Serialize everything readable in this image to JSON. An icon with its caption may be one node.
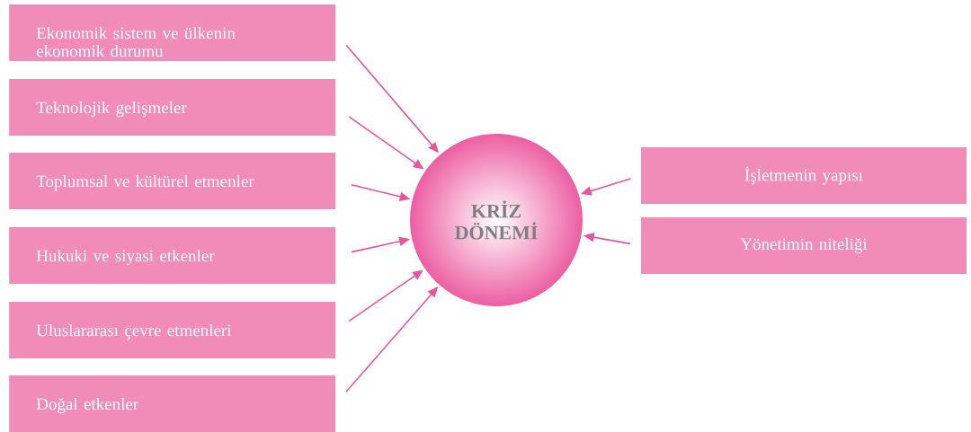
{
  "diagram": {
    "nodes": [
      {
        "text": [
          "Ekonomik sistem ve ülkenin ekonomik durumu"
        ]
      },
      {
        "text": [
          "Teknolojik gelişmeler"
        ]
      },
      {
        "text": [
          "Toplumsal ve kültürel etmenler"
        ]
      },
      {
        "text": [
          "Hukuki ve siyasi etkenler"
        ]
      },
      {
        "text": [
          "Uluslararası çevre etmenleri"
        ]
      },
      {
        "text": [
          "Doğal etkenler"
        ]
      },
      {
        "text": [
          "KRİZ DÖNEMİ"
        ]
      },
      {
        "text": [
          "İşletmenin yapısı"
        ]
      },
      {
        "text": [
          "Yönetimin niteliği"
        ]
      }
    ],
    "edges": [
      {
        "from": 0,
        "to": 6,
        "arrow": "to"
      },
      {
        "from": 1,
        "to": 6,
        "arrow": "to"
      },
      {
        "from": 2,
        "to": 6,
        "arrow": "to"
      },
      {
        "from": 3,
        "to": 6,
        "arrow": "to"
      },
      {
        "from": 4,
        "to": 6,
        "arrow": "to"
      },
      {
        "from": 5,
        "to": 6,
        "arrow": "to"
      },
      {
        "from": 7,
        "to": 6,
        "arrow": "to"
      },
      {
        "from": 8,
        "to": 6,
        "arrow": "to"
      }
    ]
  }
}
